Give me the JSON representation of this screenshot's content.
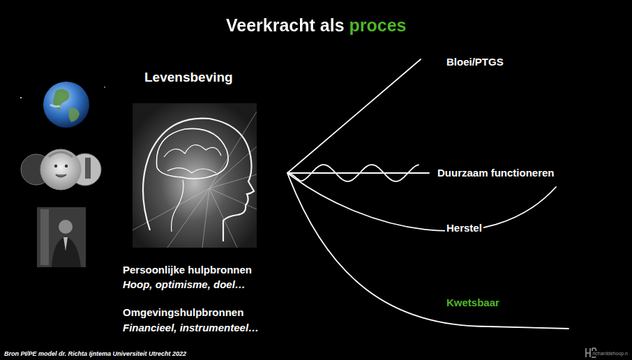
{
  "diagram": {
    "title": "Veerkracht als proces",
    "caption": "Bron PI/PE model dr. Richta Ijntema Universiteit Utrecht 2022",
    "labels": [
      "Levensbeving",
      "Bloei/PTGS",
      "Duurzaam functioneren",
      "Herstel",
      "Kwetsbaar",
      "Persoonlijke hulpbronnen",
      "Hoop, optimisme, doel…",
      "Omgevingshulpbronnen",
      "Financieel, instrumenteel…",
      "richarddehoop.n"
    ]
  }
}
